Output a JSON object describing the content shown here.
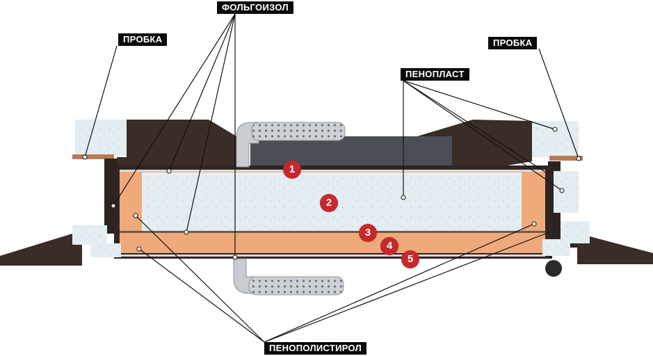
{
  "labels": {
    "foil": "ФОЛЬГОИЗОЛ",
    "cork_left": "ПРОБКА",
    "cork_right": "ПРОБКА",
    "foam": "ПЕНОПЛАСТ",
    "polystyrene": "ПЕНОПОЛИСТИРОЛ"
  },
  "layers": {
    "l1": "1",
    "l2": "2",
    "l3": "3",
    "l4": "4",
    "l5": "5"
  },
  "colors": {
    "badge": "#c6282b",
    "label_bg": "#0b0b0b",
    "frame": "#3a2c26",
    "foam": "#e4edf2",
    "polystyrene": "#efa97a",
    "cork": "#b87a55",
    "handle": "#c9ccd0"
  }
}
